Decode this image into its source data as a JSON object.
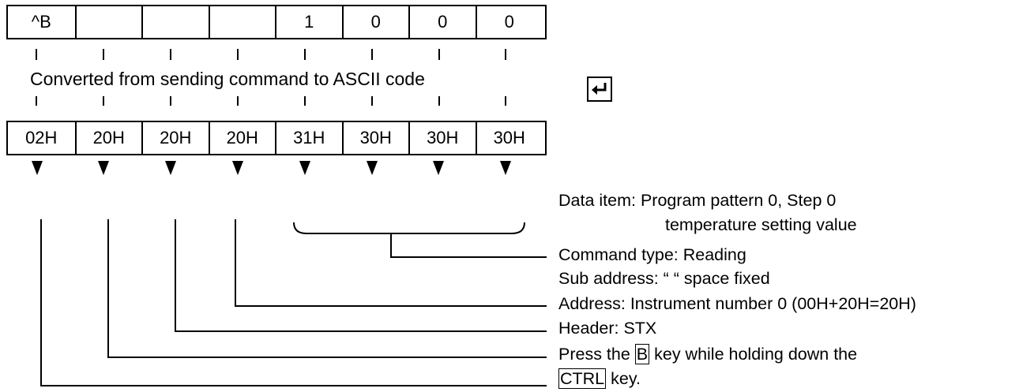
{
  "top_cells": [
    "^B",
    "",
    "",
    "",
    "1",
    "0",
    "0",
    "0"
  ],
  "caption": "Converted from sending command to ASCII code",
  "enter_icon": "enter-key-icon",
  "ascii_cells": [
    "02H",
    "20H",
    "20H",
    "20H",
    "31H",
    "30H",
    "30H",
    "30H"
  ],
  "labels": {
    "data_item_line1": "Data item: Program pattern 0, Step 0",
    "data_item_line2": "temperature setting value",
    "command_type": "Command type: Reading",
    "sub_address": "Sub address: “   “ space fixed",
    "address": "Address: Instrument number 0 (00H+20H=20H)",
    "header": "Header: STX",
    "press_prefix": "Press the ",
    "press_key": "B",
    "press_suffix": " key while holding down the",
    "ctrl_key": "CTRL",
    "ctrl_suffix": " key."
  }
}
